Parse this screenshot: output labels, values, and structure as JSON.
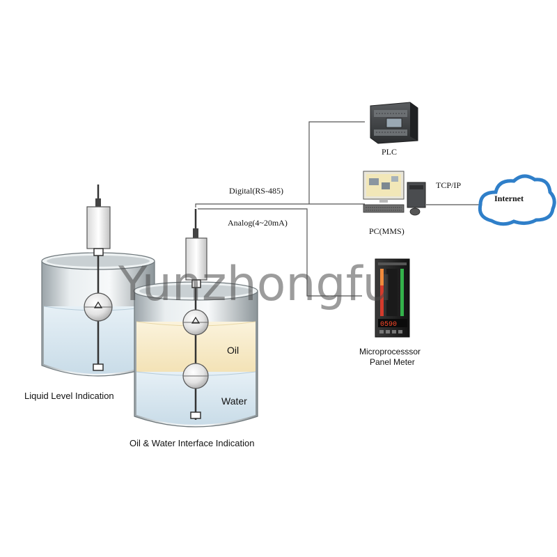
{
  "tanks": {
    "left": {
      "caption": "Liquid Level Indication"
    },
    "right": {
      "caption": "Oil & Water Interface Indication",
      "oil_label": "Oil",
      "water_label": "Water"
    }
  },
  "signals": {
    "digital": "Digital(RS-485)",
    "analog": "Analog(4~20mA)"
  },
  "devices": {
    "plc": {
      "label": "PLC"
    },
    "pc": {
      "label": "PC(MMS)"
    },
    "meter": {
      "label_line1": "Microprocesssor",
      "label_line2": "Panel Meter",
      "display": "0590"
    },
    "internet": {
      "label": "Internet"
    }
  },
  "links": {
    "tcp": "TCP/IP"
  },
  "watermark": "Yunzhongfu",
  "colors": {
    "water": "#d7e6ef",
    "oil": "#f6e8c4",
    "line": "#555555",
    "cloud": "#2f7fc9"
  }
}
